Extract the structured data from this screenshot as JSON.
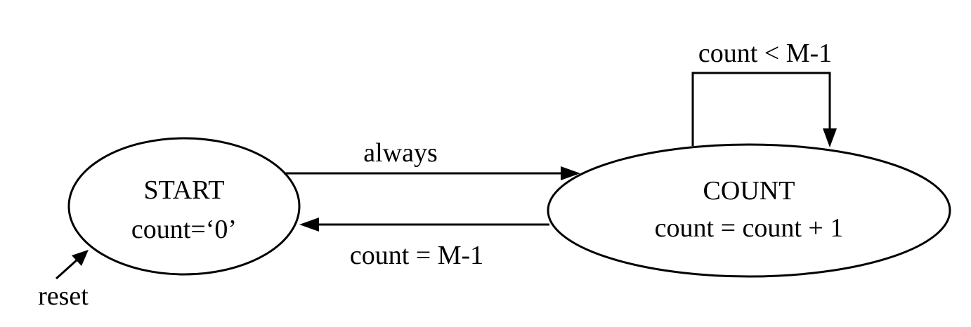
{
  "states": {
    "start": {
      "name": "START",
      "action": "count=‘0’"
    },
    "count": {
      "name": "COUNT",
      "action": "count = count + 1"
    }
  },
  "transitions": {
    "start_to_count": "always",
    "count_to_start": "count = M-1",
    "count_self_loop": "count < M-1"
  },
  "reset": {
    "label": "reset"
  }
}
